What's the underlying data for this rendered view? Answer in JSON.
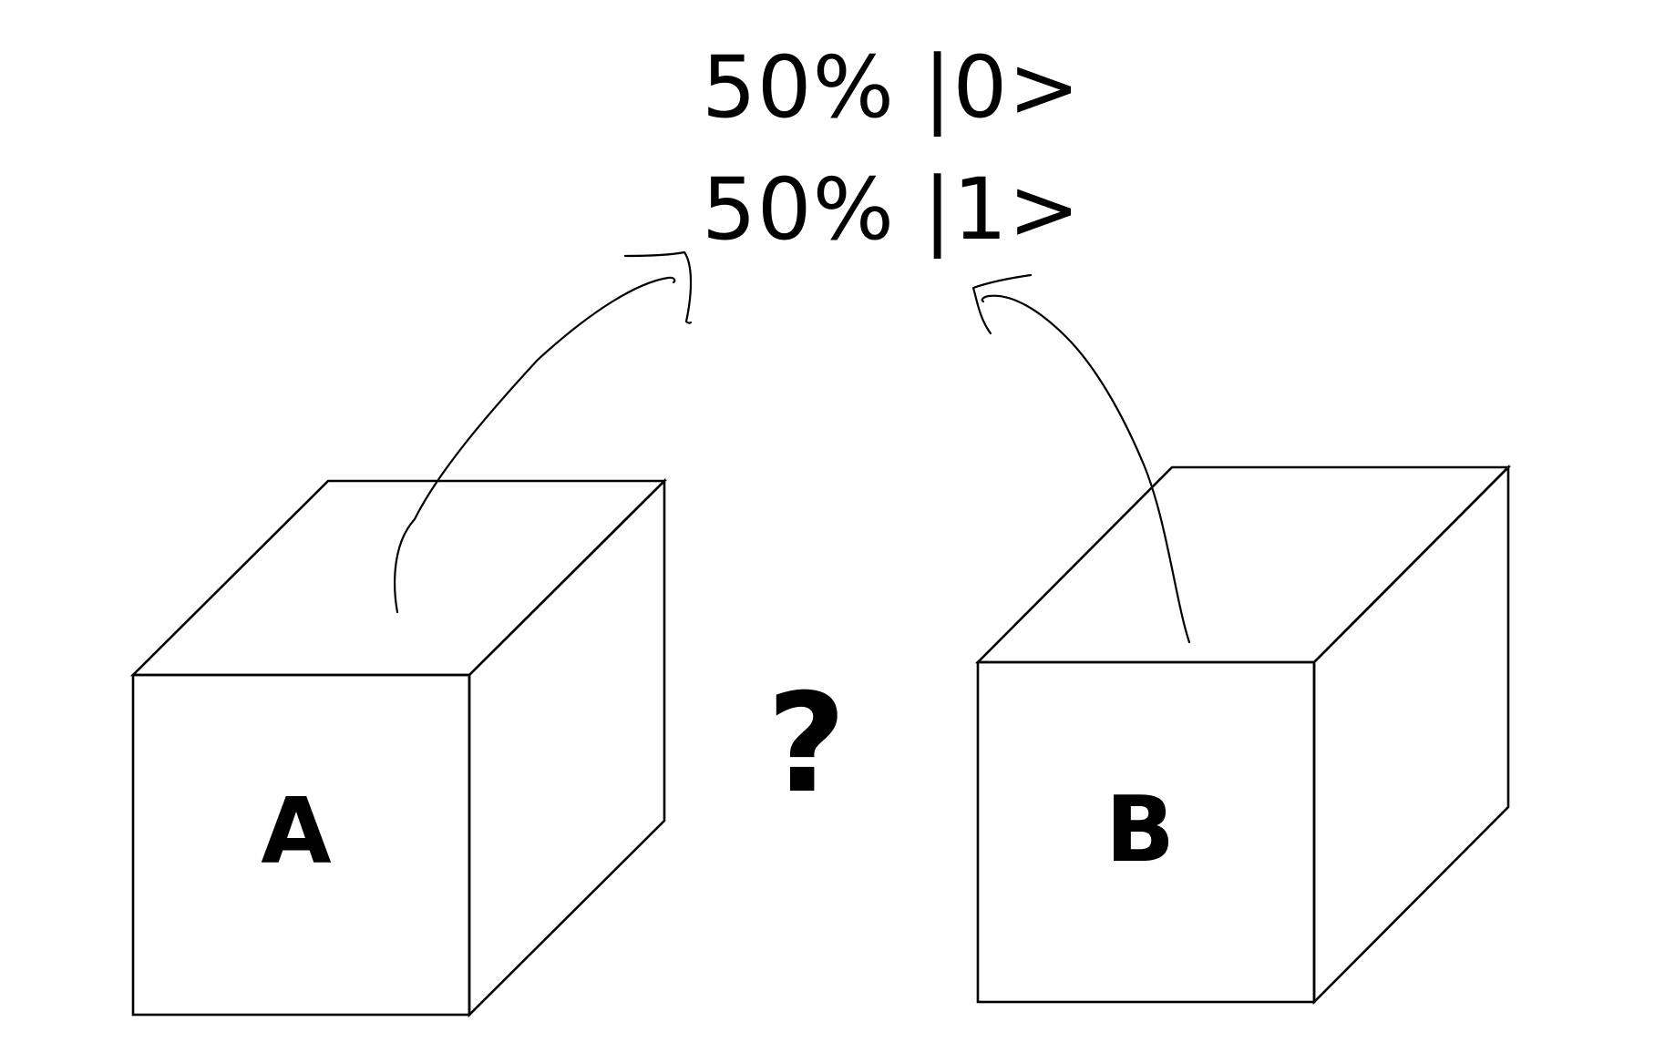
{
  "superposition": {
    "line_1": "50% |0>",
    "line_2": "50% |1>"
  },
  "boxes": {
    "a_label": "A",
    "b_label": "B"
  },
  "question_mark": "?",
  "colors": {
    "ink": "#000000",
    "background": "#ffffff"
  }
}
